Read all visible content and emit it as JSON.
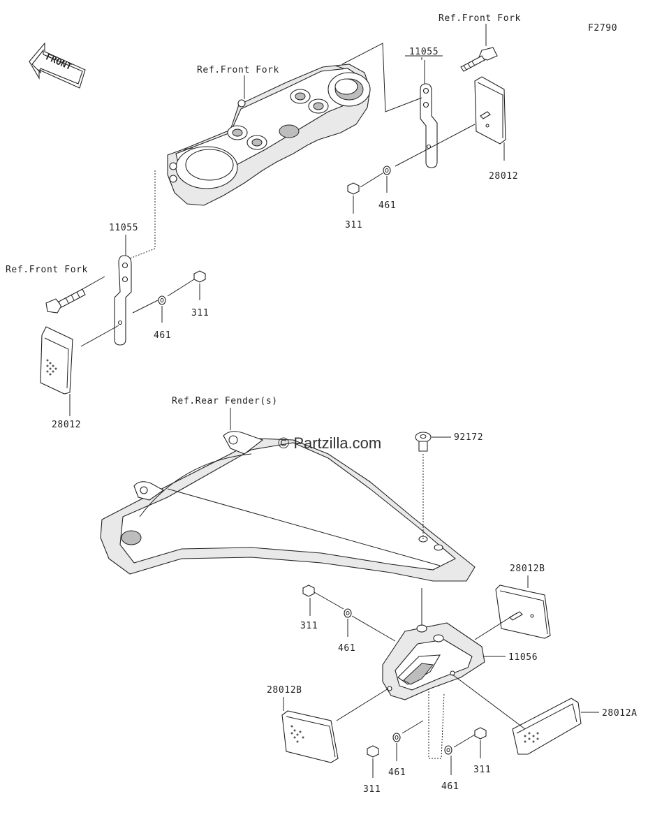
{
  "diagram_id": "F2790",
  "watermark": "© Partzilla.com",
  "front_arrow": "FRONT",
  "labels": {
    "ref_front_fork_top_right": "Ref.Front Fork",
    "ref_front_fork_top_center": "Ref.Front Fork",
    "ref_front_fork_left": "Ref.Front Fork",
    "ref_rear_fender": "Ref.Rear Fender(s)",
    "p11055_right": "11055",
    "p11055_left": "11055",
    "p28012_right": "28012",
    "p28012_left": "28012",
    "p461_right": "461",
    "p461_left": "461",
    "p311_right": "311",
    "p311_left": "311",
    "p92172": "92172",
    "p28012B_top": "28012B",
    "p28012B_left": "28012B",
    "p28012A": "28012A",
    "p11056": "11056",
    "p311_rear_top": "311",
    "p461_rear_top": "461",
    "p311_rear_bl": "311",
    "p461_rear_bl": "461",
    "p461_rear_br": "461",
    "p311_rear_br": "311"
  }
}
